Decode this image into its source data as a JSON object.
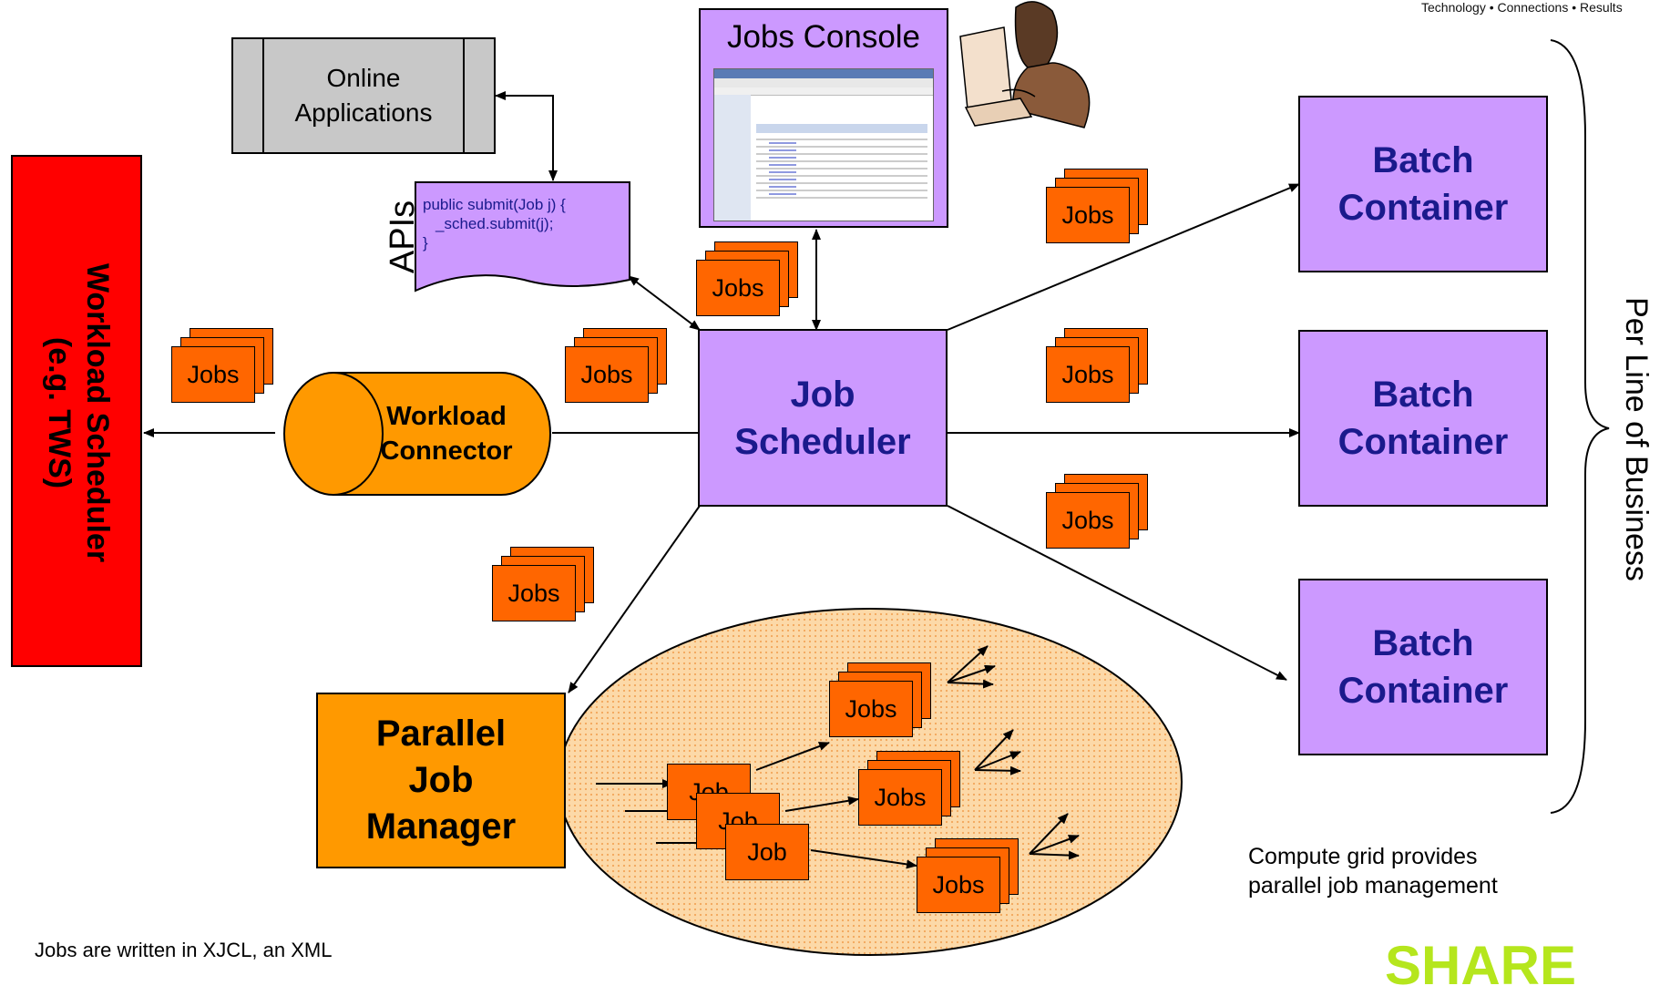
{
  "header": {
    "tagline": "Technology • Connections • Results"
  },
  "workload_scheduler": {
    "line1": "Workload Scheduler",
    "line2": "(e.g. TWS)"
  },
  "online_applications": {
    "line1": "Online",
    "line2": "Applications"
  },
  "jobs_console": {
    "title": "Jobs Console"
  },
  "apis": {
    "label": "APIs",
    "code_line1": "public submit(Job j) {",
    "code_line2": "_sched.submit(j);",
    "code_line3": "}"
  },
  "workload_connector": {
    "line1": "Workload",
    "line2": "Connector"
  },
  "job_scheduler": {
    "line1": "Job",
    "line2": "Scheduler"
  },
  "batch_containers": [
    {
      "line1": "Batch",
      "line2": "Container"
    },
    {
      "line1": "Batch",
      "line2": "Container"
    },
    {
      "line1": "Batch",
      "line2": "Container"
    }
  ],
  "parallel_job_manager": {
    "line1": "Parallel",
    "line2": "Job",
    "line3": "Manager"
  },
  "jobs_label": "Jobs",
  "job_label": "Job",
  "per_line_of_business": "Per Line of Business",
  "compute_grid_note": {
    "line1": "Compute grid provides",
    "line2": "parallel job management"
  },
  "footer_note": "Jobs are written in XJCL, an XML",
  "share_logo": "SHARE",
  "colors": {
    "purple": "#cc99ff",
    "orange": "#ff9900",
    "jobs_orange": "#ff6600",
    "red": "#ff0000",
    "gray": "#c8c8c8",
    "navy": "#1a1a8c",
    "ellipse": "#fcd9a8",
    "share_green": "#b5e61d"
  },
  "icons": {
    "person": "person-at-computer-icon"
  }
}
